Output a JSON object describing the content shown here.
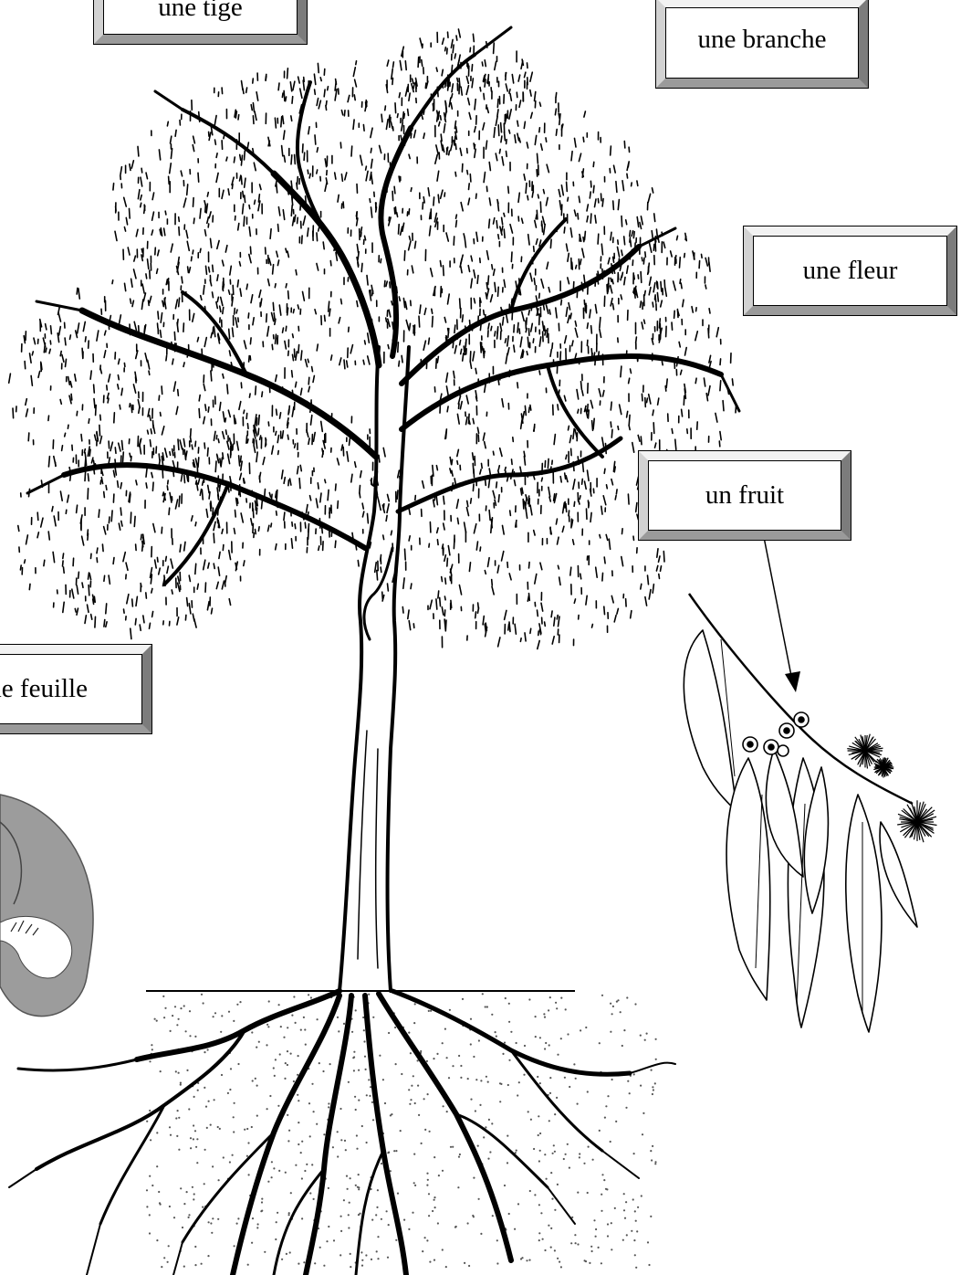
{
  "labels": {
    "tige": "une tige",
    "branche": "une branche",
    "fleur": "une fleur",
    "fruit": "un fruit",
    "feuille": "une feuille"
  },
  "colors": {
    "ink": "#000000",
    "paper": "#ffffff",
    "bevel_light": "#f2f2f2",
    "bevel_dark": "#7c7c7c",
    "soil_dot": "#555555",
    "mole_gray": "#9c9c9c"
  }
}
